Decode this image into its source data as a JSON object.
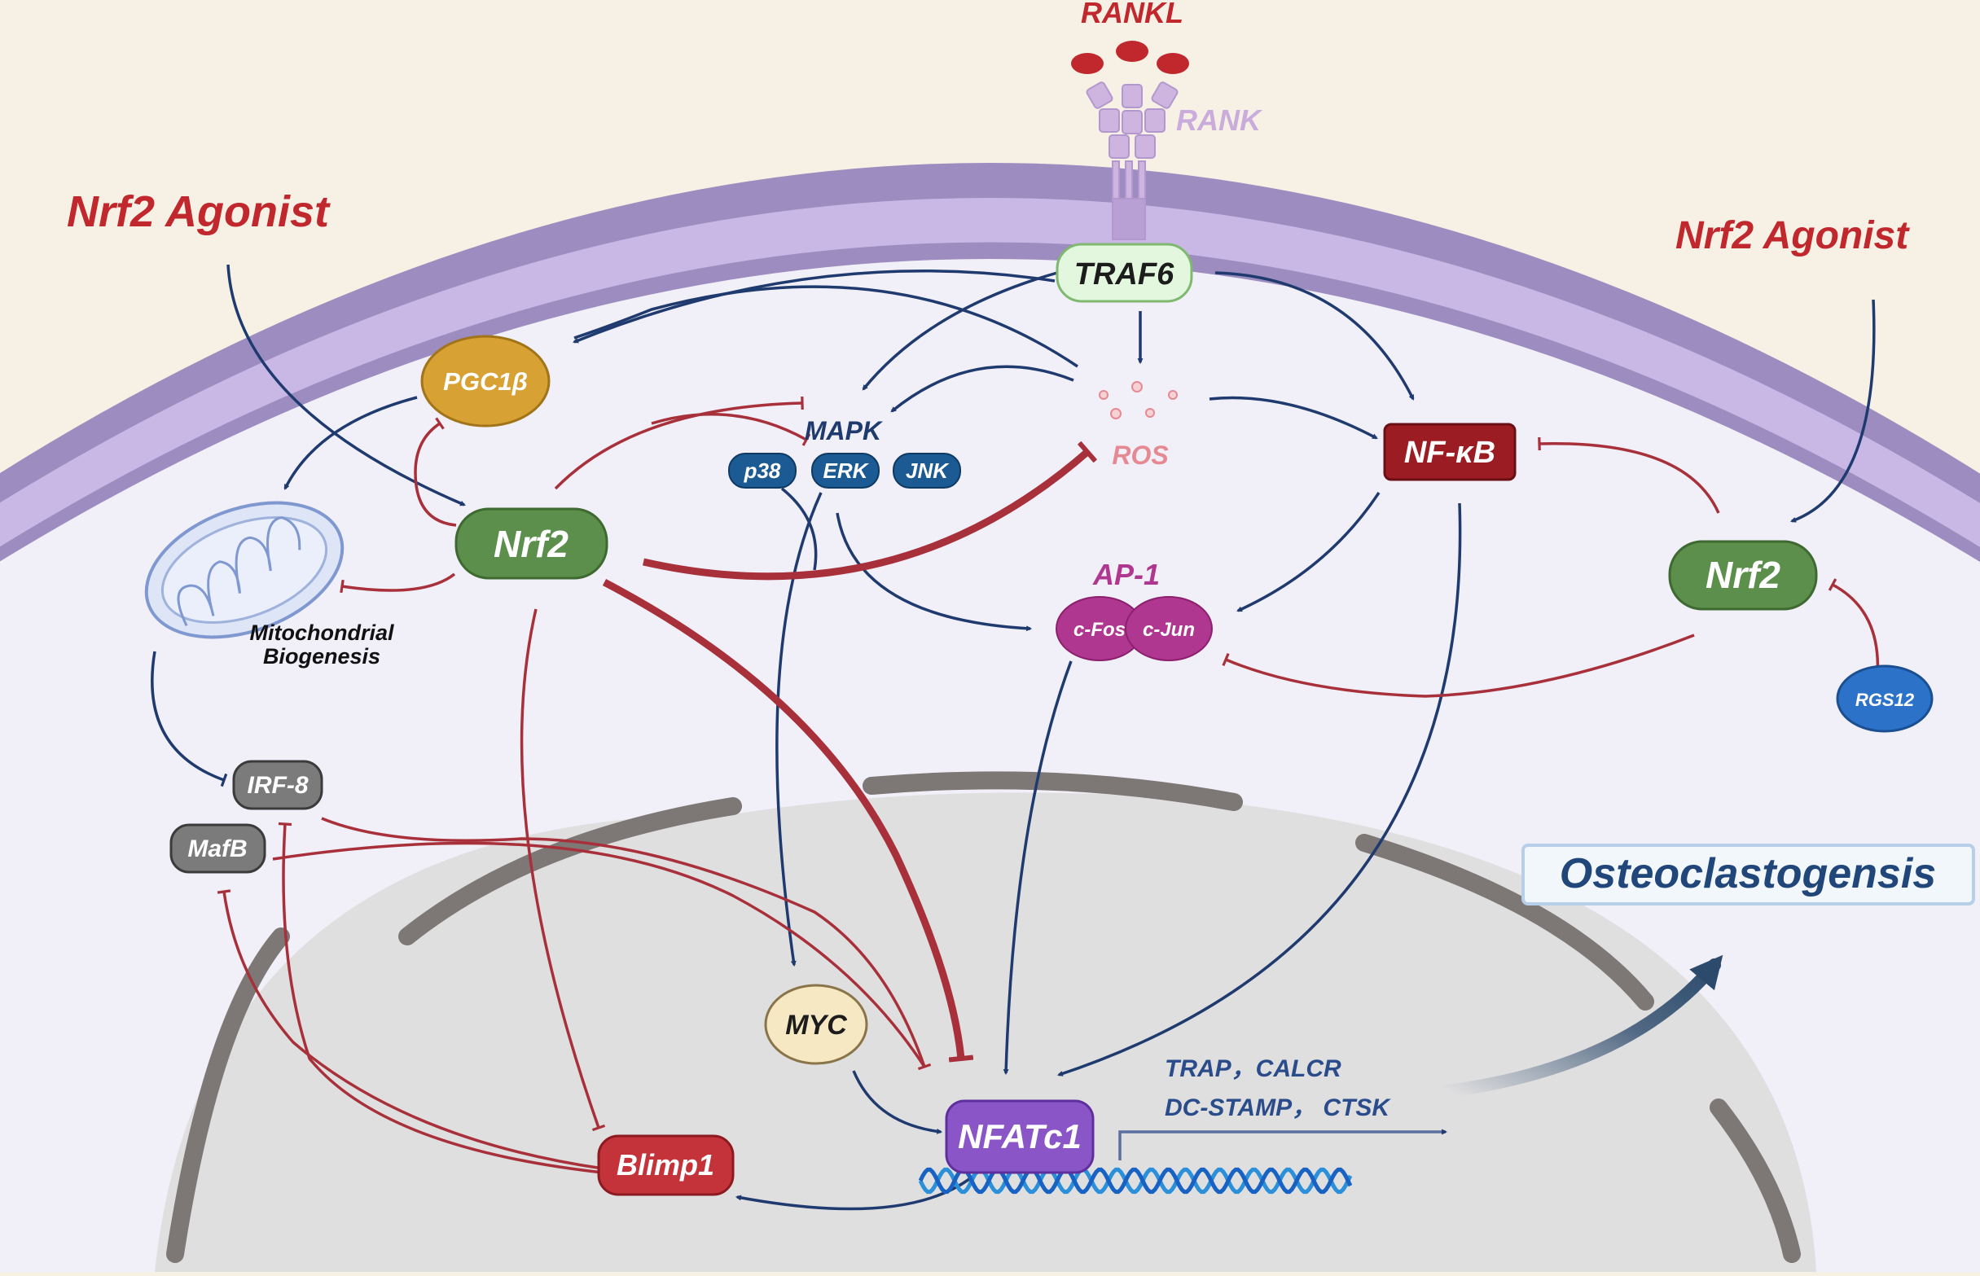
{
  "ligand": {
    "label": "RANKL",
    "color": "#c0282d"
  },
  "receptor": {
    "label": "RANK",
    "color": "#cdb5e0"
  },
  "agonists": [
    {
      "label": "Nrf2 Agonist",
      "color": "#c0282d"
    },
    {
      "label": "Nrf2 Agonist",
      "color": "#c0282d"
    }
  ],
  "nodes": {
    "traf6": "TRAF6",
    "pgc1b": "PGC1β",
    "mapk": "MAPK",
    "p38": "p38",
    "erk": "ERK",
    "jnk": "JNK",
    "ros": "ROS",
    "nfkb": "NF-κB",
    "nrf2_left": "Nrf2",
    "nrf2_right": "Nrf2",
    "ap1": "AP-1",
    "cfos": "c-Fos",
    "cjun": "c-Jun",
    "rgs12": "RGS12",
    "irf8": "IRF-8",
    "mafb": "MafB",
    "myc": "MYC",
    "nfatc1": "NFATc1",
    "blimp1": "Blimp1"
  },
  "mito_label": [
    "Mitochondrial",
    "Biogenesis"
  ],
  "target_genes": [
    "TRAP，CALCR",
    "DC-STAMP， CTSK"
  ],
  "outcome": "Osteoclastogensis",
  "colors": {
    "activation": "#1f3a6e",
    "inhibition": "#a8303a",
    "nrf2": "#5d8f4c",
    "ros": "#e58a92",
    "nfkb": "#9b1c22",
    "nfatc1": "#8a56c7",
    "blimp1": "#c5333a",
    "ap1": "#b0378f",
    "membrane": "#9c8cc0"
  }
}
